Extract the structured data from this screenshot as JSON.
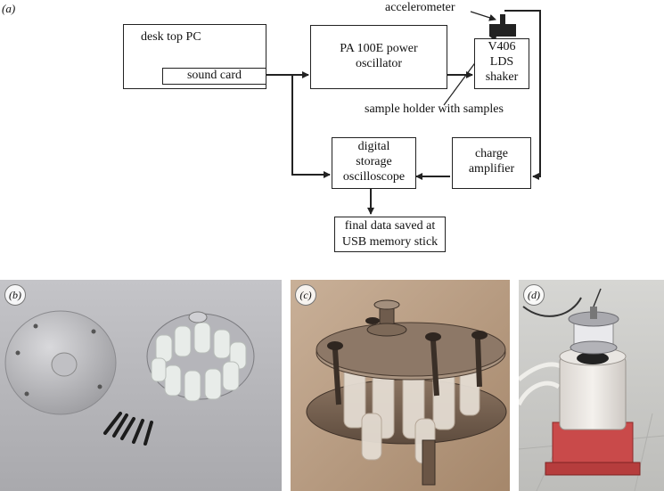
{
  "diagram": {
    "panel_label": "(a)",
    "blocks": {
      "pc": "desk top PC",
      "sound_card": "sound card",
      "oscillator_line1": "PA 100E power",
      "oscillator_line2": "oscillator",
      "shaker_line1": "V406",
      "shaker_line2": "LDS",
      "shaker_line3": "shaker",
      "scope_line1": "digital",
      "scope_line2": "storage",
      "scope_line3": "oscilloscope",
      "amp_line1": "charge",
      "amp_line2": "amplifier",
      "usb_line1": "final data saved at",
      "usb_line2": "USB memory stick"
    },
    "annotations": {
      "accelerometer": "accelerometer",
      "sample_holder": "sample holder with samples"
    }
  },
  "photos": {
    "b_label": "(b)",
    "c_label": "(c)",
    "d_label": "(d)"
  },
  "colors": {
    "line": "#222222",
    "photo_b_bg": "#b9b9bd",
    "photo_c_bg": "#b79a7e",
    "photo_d_bg": "#c9c9c7",
    "shaker_base": "#c94a4a"
  }
}
